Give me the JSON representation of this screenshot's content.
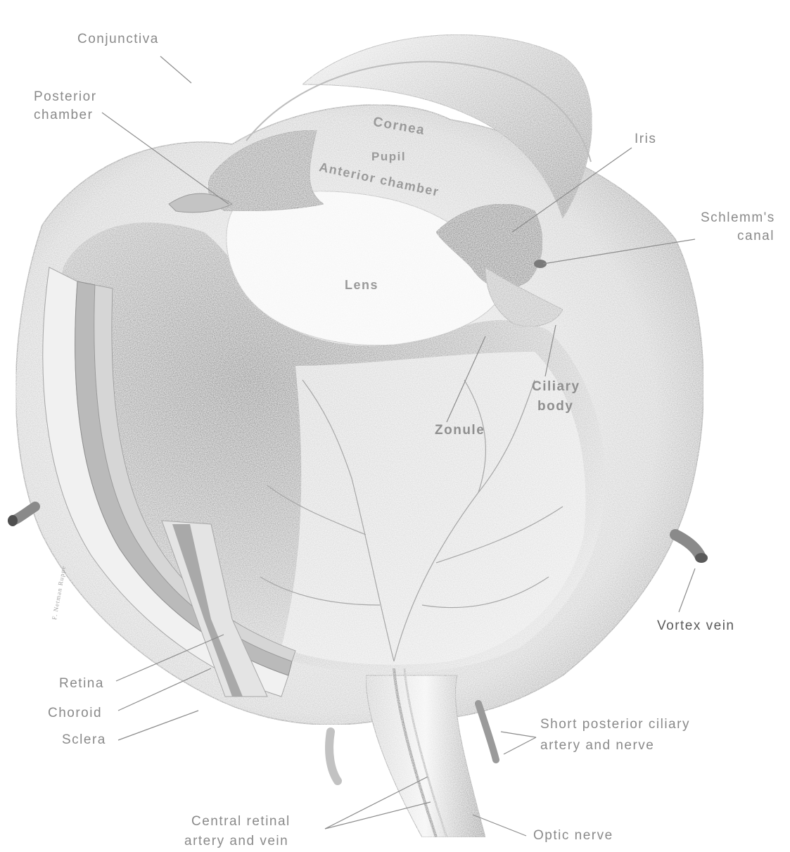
{
  "labels": {
    "conjunctiva": "Conjunctiva",
    "posterior_chamber_1": "Posterior",
    "posterior_chamber_2": "chamber",
    "cornea": "Cornea",
    "pupil": "Pupil",
    "anterior_chamber": "Anterior chamber",
    "iris": "Iris",
    "schlemms_canal_1": "Schlemm's",
    "schlemms_canal_2": "canal",
    "lens": "Lens",
    "ciliary_body_1": "Ciliary",
    "ciliary_body_2": "body",
    "zonule": "Zonule",
    "vortex_vein": "Vortex vein",
    "retina": "Retina",
    "choroid": "Choroid",
    "sclera": "Sclera",
    "short_posterior_ciliary_1": "Short posterior ciliary",
    "short_posterior_ciliary_2": "artery and nerve",
    "central_retinal_1": "Central retinal",
    "central_retinal_2": "artery and vein",
    "optic_nerve": "Optic nerve"
  },
  "signature": "F. Netman Ruppe",
  "colors": {
    "background": "#ffffff",
    "label_text": "#8a8a8a",
    "label_dark": "#5a5a5a",
    "leader_line": "#8c8c8c",
    "cavity_shade": "#9e9e9e",
    "tissue_light": "#e6e6e6",
    "tissue_mid": "#c8c8c8"
  }
}
